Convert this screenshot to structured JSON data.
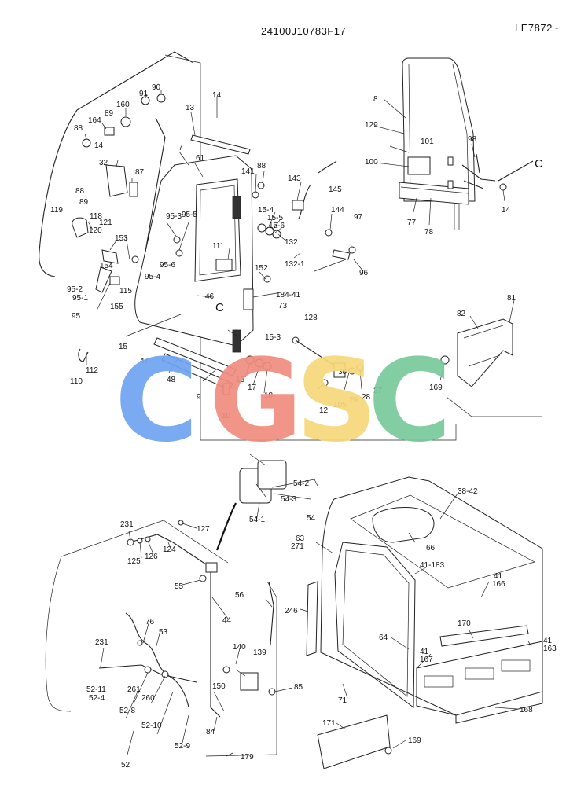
{
  "header": {
    "doc_code": "24100J10783F17",
    "serial_range": "LE7872~"
  },
  "watermark": {
    "text": "CGSC",
    "letters": [
      {
        "char": "C",
        "color": "#6fa3f0"
      },
      {
        "char": "G",
        "color": "#f08d80"
      },
      {
        "char": "S",
        "color": "#f7d87a"
      },
      {
        "char": "C",
        "color": "#78c99b"
      }
    ]
  },
  "callouts": {
    "c_marker": "C",
    "upper": [
      "90",
      "91",
      "14",
      "13",
      "160",
      "89",
      "164",
      "88",
      "14",
      "32",
      "87",
      "88",
      "89",
      "119",
      "118",
      "121",
      "120",
      "153",
      "154",
      "95-2",
      "95-1",
      "95",
      "155",
      "115",
      "95-4",
      "95-6",
      "95-3",
      "95-5",
      "7",
      "61",
      "141",
      "88",
      "143",
      "145",
      "144",
      "97",
      "15-4",
      "15-5",
      "15-6",
      "132",
      "132-1",
      "96",
      "152",
      "111",
      "184-41",
      "73",
      "46",
      "15",
      "15-3",
      "128",
      "47",
      "48",
      "9",
      "10",
      "16",
      "17",
      "18",
      "30",
      "29",
      "28",
      "27",
      "12",
      "105",
      "112",
      "110",
      "8",
      "129",
      "101",
      "98",
      "100",
      "77",
      "78",
      "14",
      "82",
      "81",
      "169"
    ],
    "lower": [
      "54-2",
      "54-3",
      "54-1",
      "54",
      "231",
      "127",
      "125",
      "126",
      "124",
      "55",
      "56",
      "44",
      "76",
      "53",
      "231",
      "52-11",
      "52-4",
      "261",
      "260",
      "52-8",
      "52-10",
      "52-9",
      "52",
      "140",
      "139",
      "150",
      "85",
      "84",
      "179",
      "38-42",
      "66",
      "63",
      "271",
      "41-183",
      "41",
      "166",
      "246",
      "64",
      "170",
      "41",
      "167",
      "41",
      "163",
      "71",
      "168",
      "171",
      "169"
    ]
  }
}
